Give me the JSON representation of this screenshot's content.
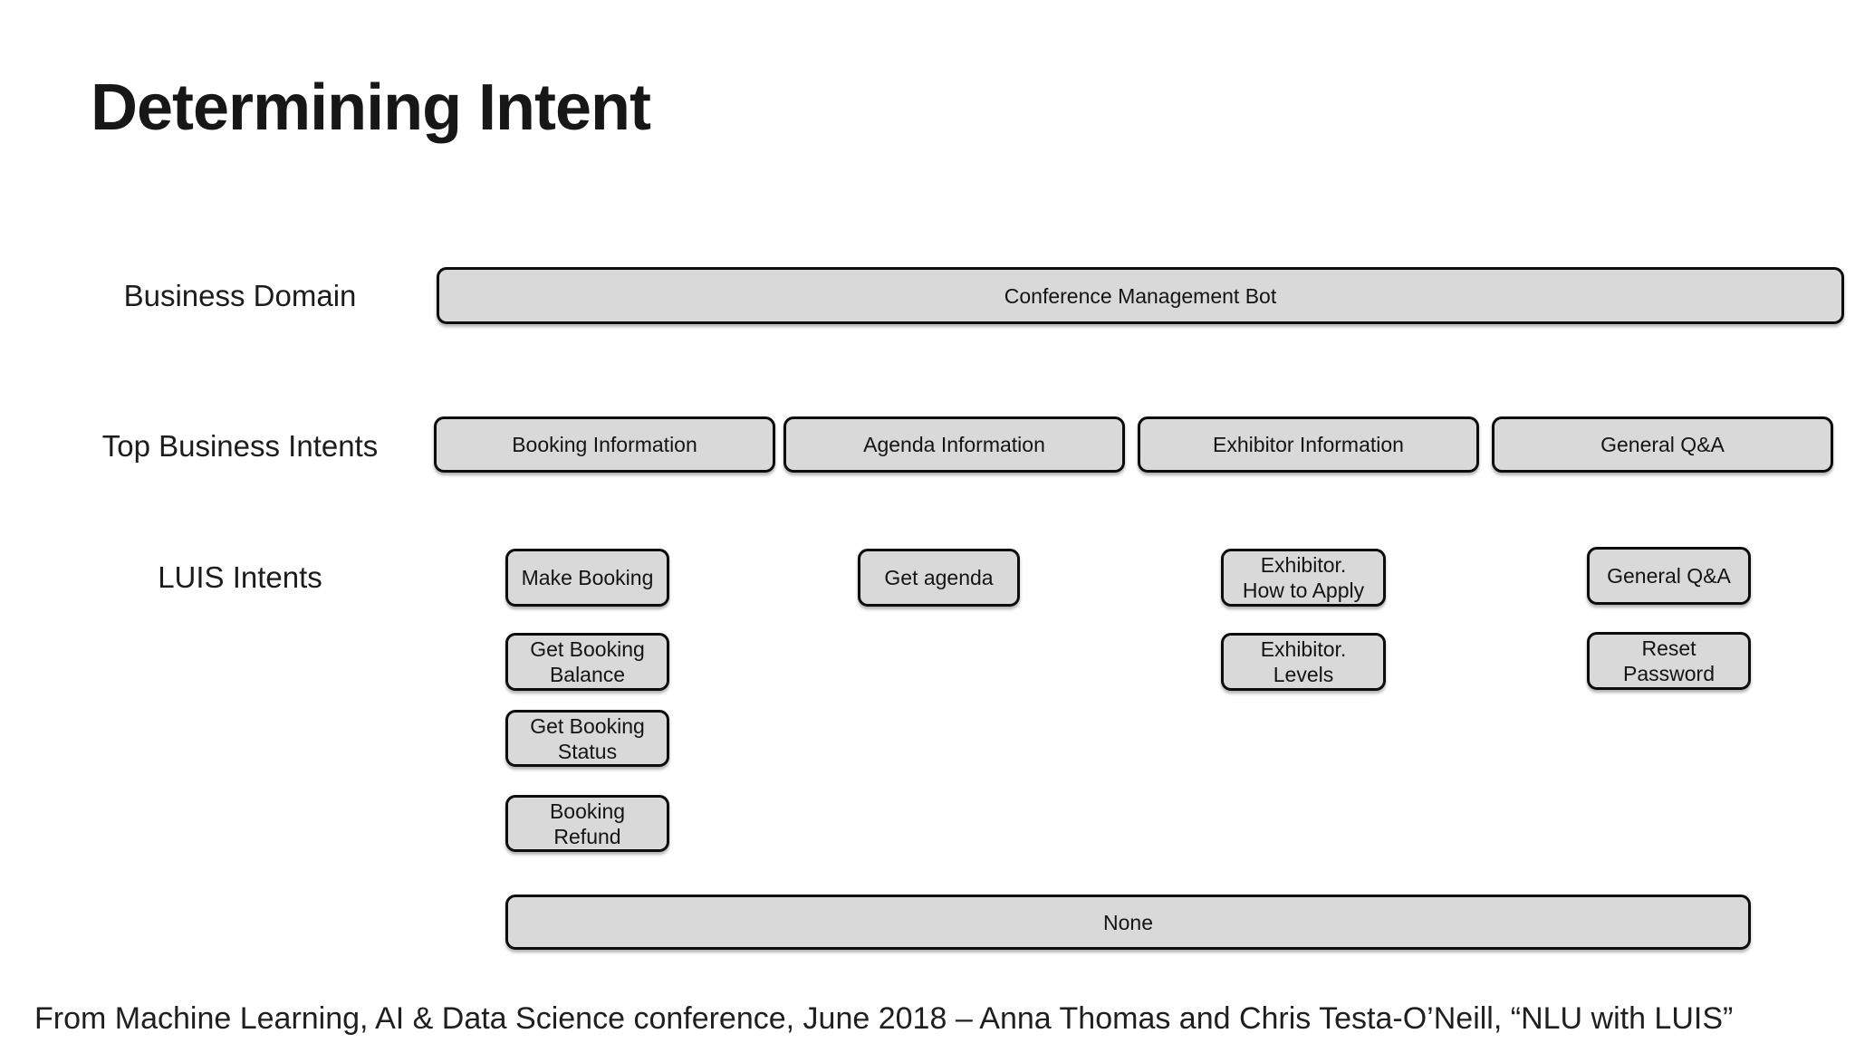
{
  "title": "Determining Intent",
  "footer": "From Machine Learning, AI & Data Science conference, June 2018 – Anna Thomas and Chris Testa-O’Neill, “NLU with LUIS”",
  "colors": {
    "background": "#ffffff",
    "box_fill": "#d9d9d9",
    "box_border": "#0d0d0d",
    "text": "#1c1c1c"
  },
  "rows": {
    "business_domain": {
      "label": "Business Domain",
      "box": "Conference Management Bot"
    },
    "top_business_intents": {
      "label": "Top Business Intents",
      "boxes": [
        "Booking Information",
        "Agenda Information",
        "Exhibitor Information",
        "General Q&A"
      ]
    },
    "luis_intents": {
      "label": "LUIS Intents",
      "columns": [
        {
          "boxes": [
            {
              "lines": [
                "Make Booking"
              ]
            },
            {
              "lines": [
                "Get Booking",
                "Balance"
              ]
            },
            {
              "lines": [
                "Get Booking",
                "Status"
              ]
            },
            {
              "lines": [
                "Booking",
                "Refund"
              ]
            }
          ]
        },
        {
          "boxes": [
            {
              "lines": [
                "Get agenda"
              ]
            }
          ]
        },
        {
          "boxes": [
            {
              "lines": [
                "Exhibitor.",
                "How to Apply"
              ]
            },
            {
              "lines": [
                "Exhibitor.",
                "Levels"
              ]
            }
          ]
        },
        {
          "boxes": [
            {
              "lines": [
                "General Q&A"
              ]
            },
            {
              "lines": [
                "Reset",
                "Password"
              ]
            }
          ]
        }
      ],
      "none_box": "None"
    }
  }
}
